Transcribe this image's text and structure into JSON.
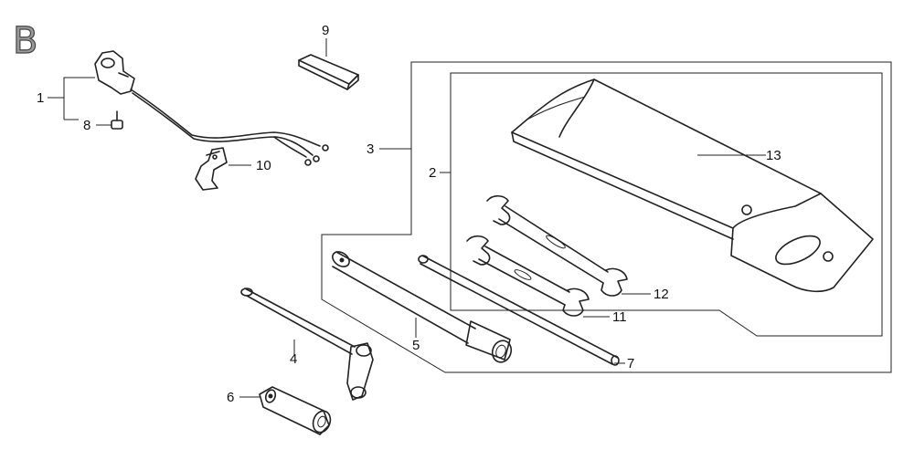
{
  "diagram": {
    "section_letter": "B",
    "parts": [
      {
        "ref": "1",
        "icon": "wire-harness-icon"
      },
      {
        "ref": "2",
        "icon": "tool-kit-bag-bracket"
      },
      {
        "ref": "3",
        "icon": "tool-set-bracket"
      },
      {
        "ref": "4",
        "icon": "spark-plug-wrench-icon"
      },
      {
        "ref": "5",
        "icon": "box-socket-wrench-icon"
      },
      {
        "ref": "6",
        "icon": "socket-wrench-icon"
      },
      {
        "ref": "7",
        "icon": "handle-bar-icon"
      },
      {
        "ref": "8",
        "icon": "screw-icon"
      },
      {
        "ref": "9",
        "icon": "square-bar-icon"
      },
      {
        "ref": "10",
        "icon": "clamp-icon"
      },
      {
        "ref": "11",
        "icon": "open-end-wrench-icon"
      },
      {
        "ref": "12",
        "icon": "open-end-wrench-icon"
      },
      {
        "ref": "13",
        "icon": "tool-bag-icon"
      }
    ]
  }
}
